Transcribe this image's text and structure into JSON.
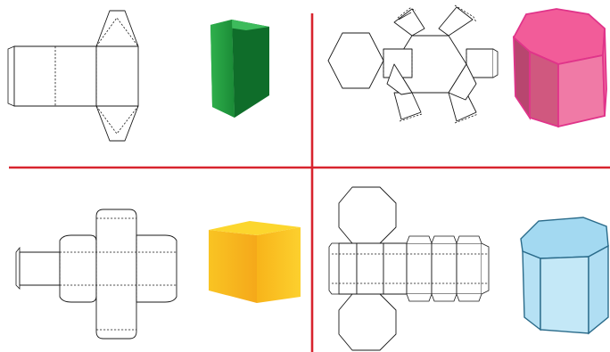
{
  "figure": {
    "background": "#ffffff",
    "divider_color": "#d8242e",
    "quadrants": [
      {
        "id": "triangular-prism",
        "solid_colors": {
          "front": "#1e9a3c",
          "side": "#0e6a26",
          "top": "#3dbb5c"
        }
      },
      {
        "id": "hexagonal-prism",
        "solid_colors": {
          "front": "#f07aa6",
          "side": "#b8466f",
          "top": "#f25c99",
          "edge": "#e0348a"
        }
      },
      {
        "id": "cube",
        "solid_colors": {
          "front": "#f8b418",
          "side": "#f4a81c",
          "top": "#fccc2a"
        }
      },
      {
        "id": "octagonal-prism",
        "solid_colors": {
          "front": "#bfe6f6",
          "side": "#a8dcf2",
          "top": "#9dd6f0",
          "edge": "#2a6b8a"
        }
      }
    ]
  }
}
